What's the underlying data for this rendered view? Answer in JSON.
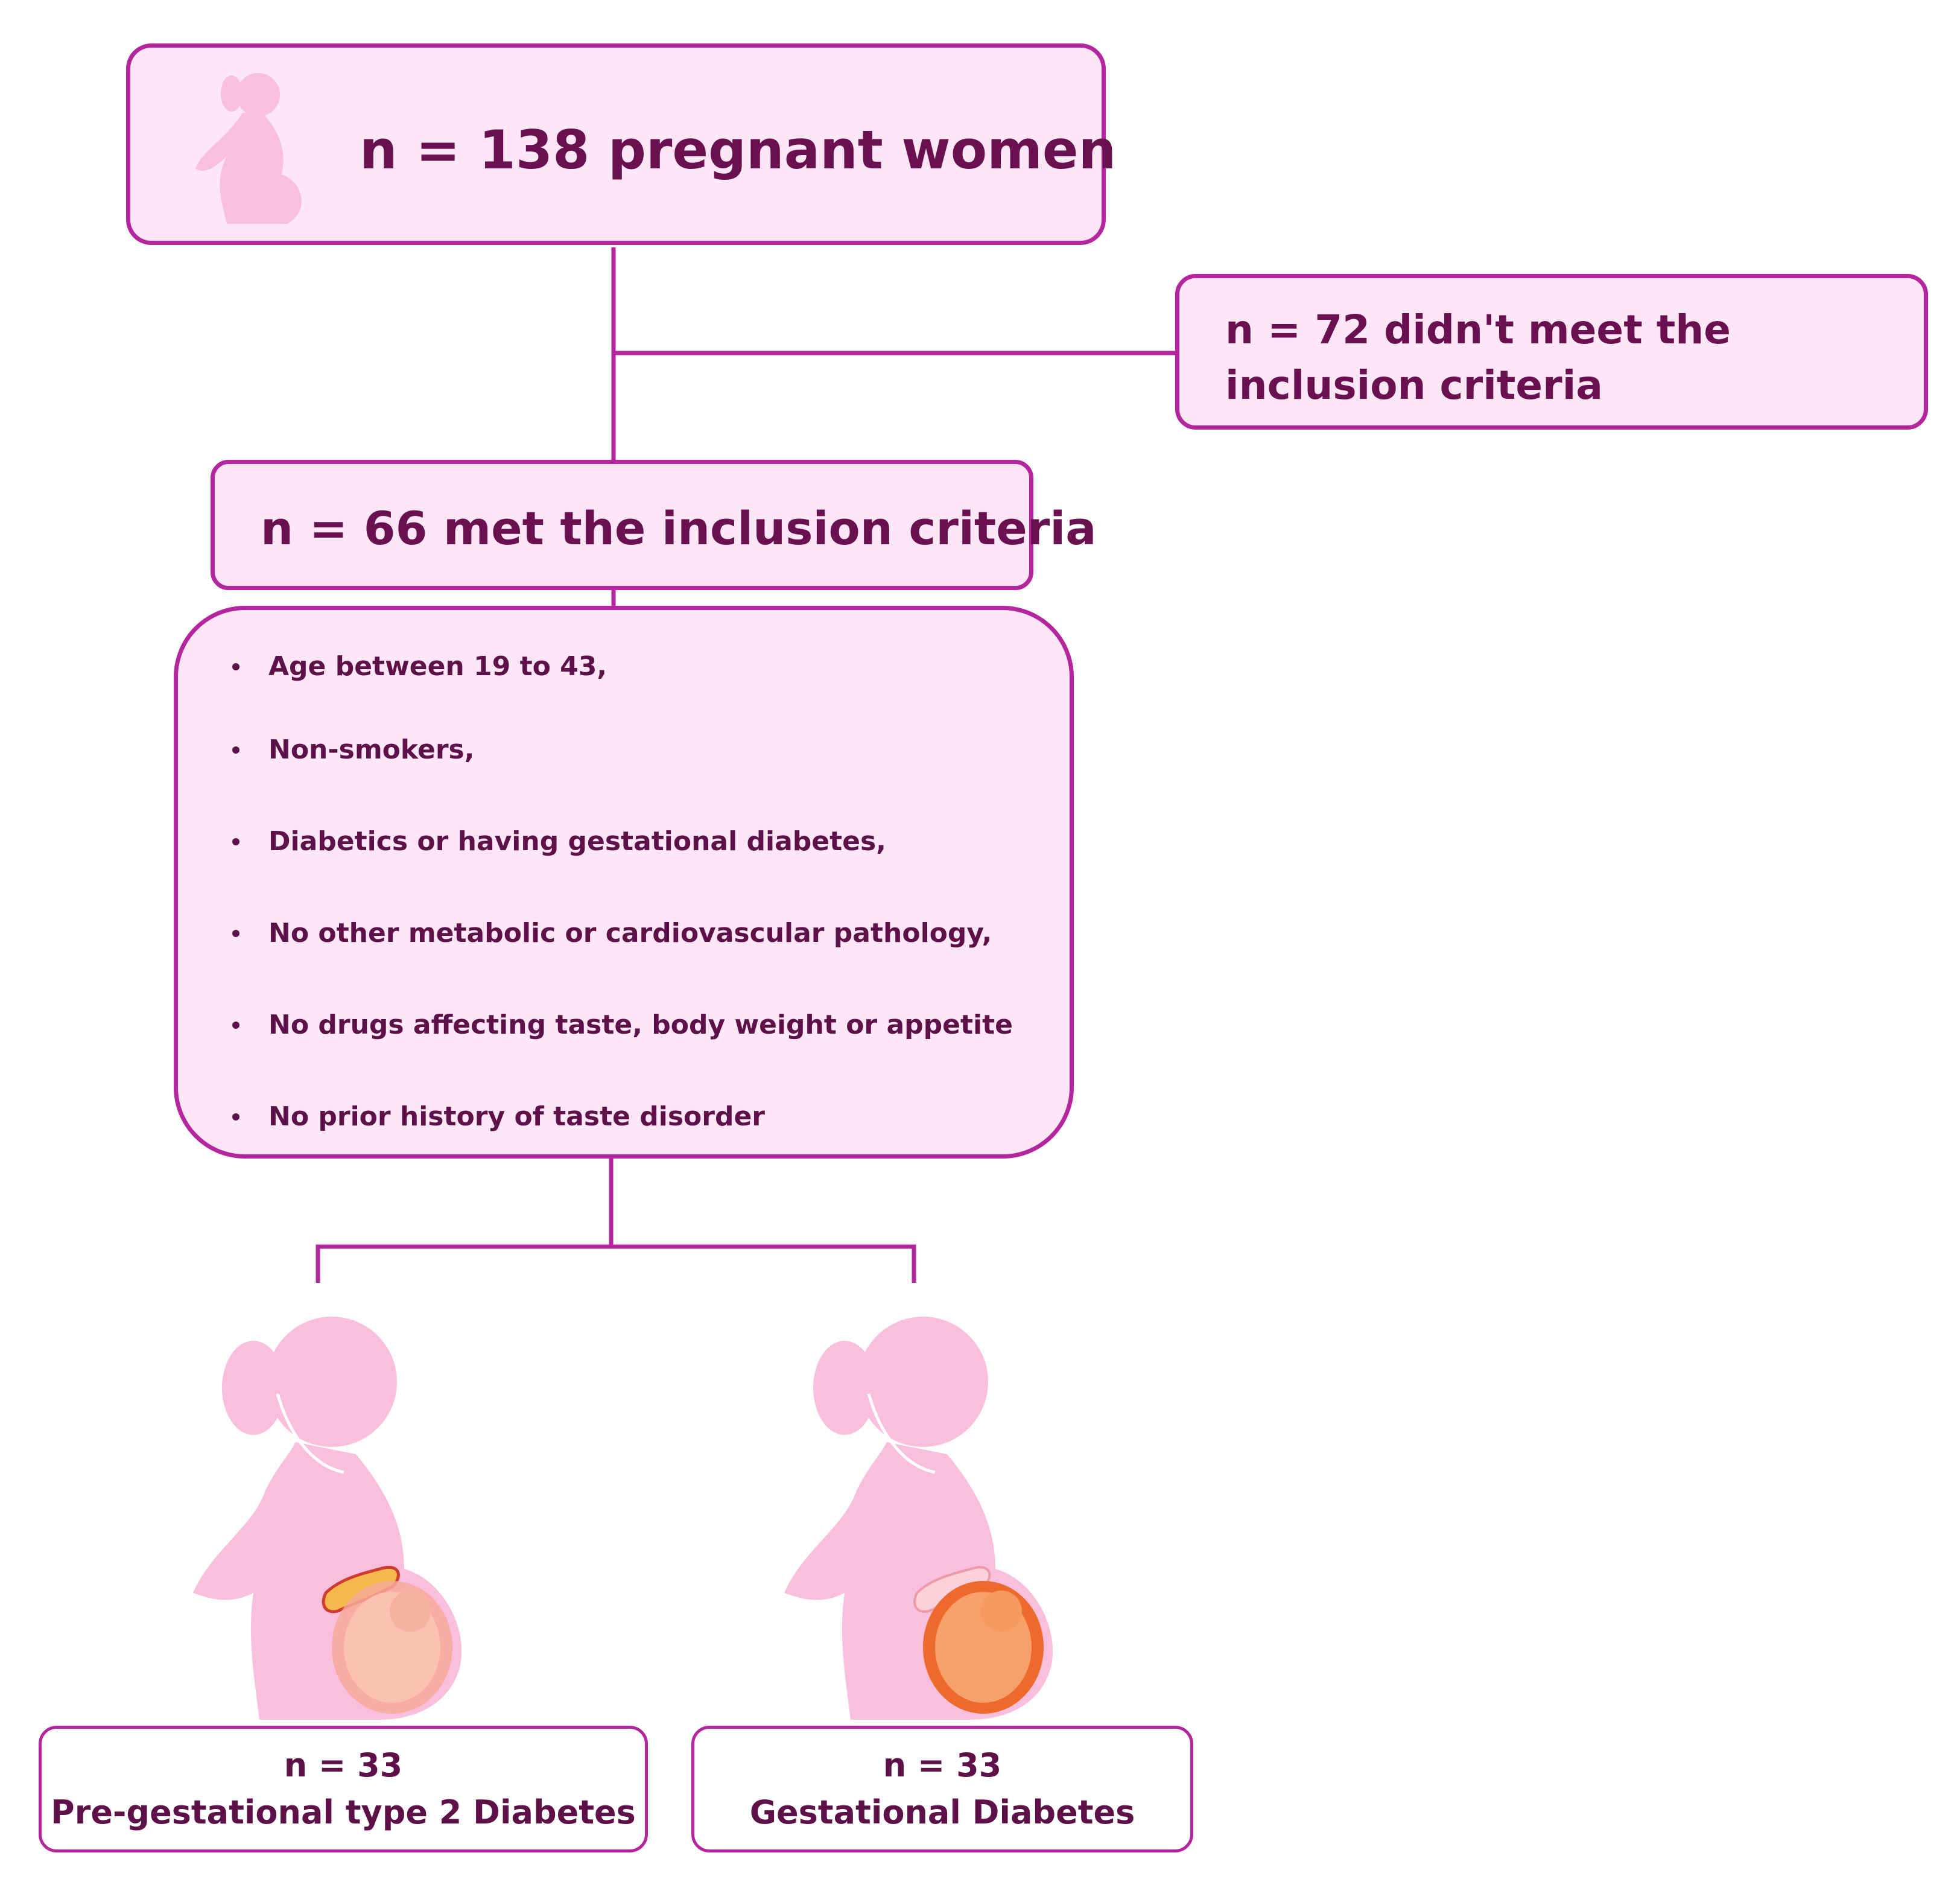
{
  "total_box": {
    "label": "n = 138 pregnant women"
  },
  "excluded_box": {
    "label": "n = 72 didn't meet the inclusion criteria"
  },
  "included_box": {
    "label": "n = 66 met the inclusion criteria"
  },
  "criteria": [
    "Age between 19 to 43,",
    "Non-smokers,",
    "Diabetics or having gestational diabetes,",
    "No other metabolic or cardiovascular pathology,",
    "No drugs affecting taste, body weight or appetite",
    "No prior history of taste disorder"
  ],
  "groups": [
    {
      "count": "n = 33",
      "label": "Pre-gestational type 2 Diabetes"
    },
    {
      "count": "n = 33",
      "label": "Gestational Diabetes"
    }
  ],
  "colors": {
    "border": "#b4259e",
    "fill": "#fde6f6",
    "text": "#6a1050",
    "figure": "#f9bfdc"
  },
  "icons": [
    "pregnant-woman-icon",
    "pancreas-icon",
    "fetus-icon"
  ]
}
